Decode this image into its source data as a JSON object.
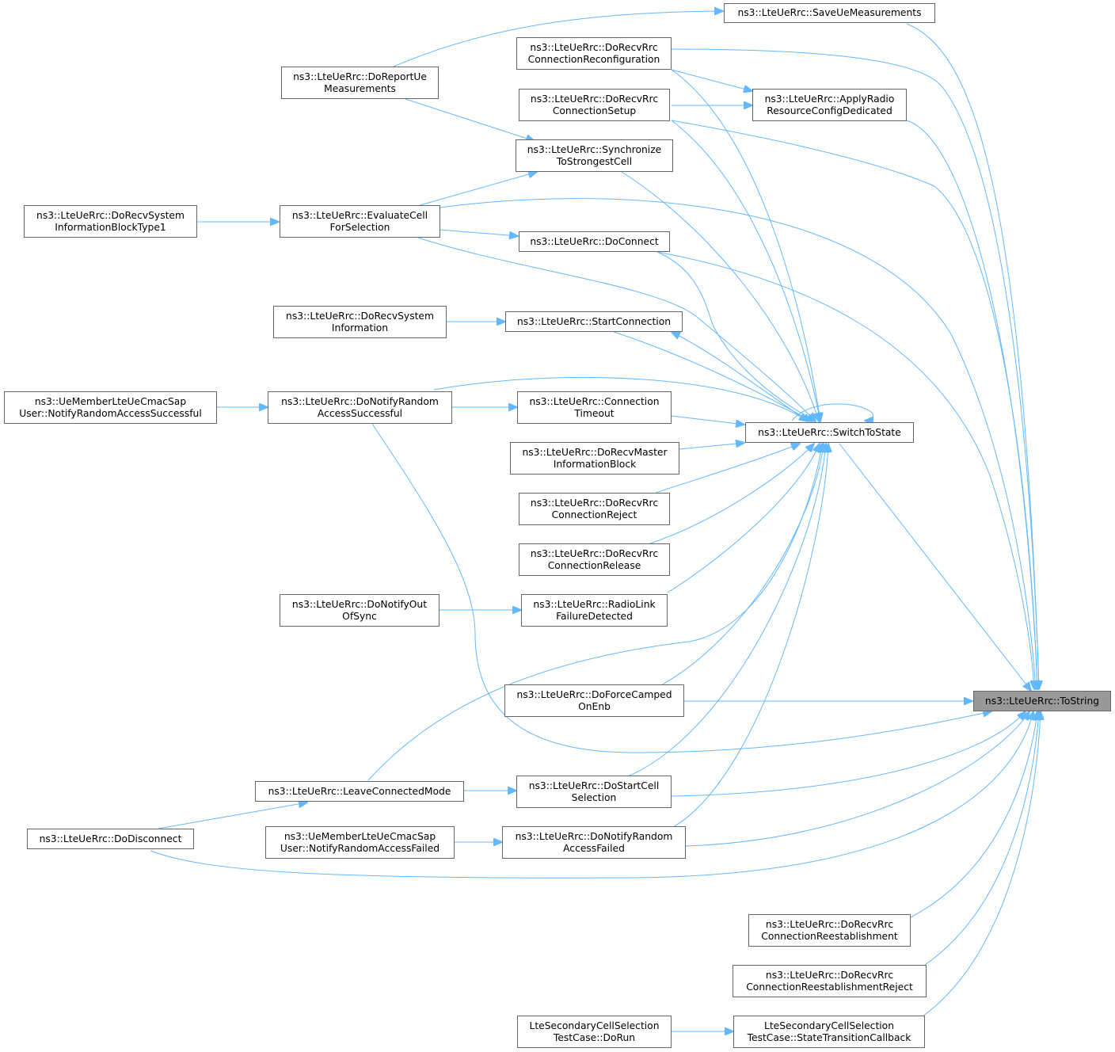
{
  "colors": {
    "edge": "#63b8ff",
    "node_border": "#666666",
    "focus_fill": "#999999",
    "background": "#ffffff"
  },
  "nodes": {
    "save_ue_measurements": {
      "lines": [
        "ns3::LteUeRrc::SaveUeMeasurements"
      ]
    },
    "do_recv_rrc_conn_reconfig": {
      "lines": [
        "ns3::LteUeRrc::DoRecvRrc",
        "ConnectionReconfiguration"
      ]
    },
    "do_report_ue_measurements": {
      "lines": [
        "ns3::LteUeRrc::DoReportUe",
        "Measurements"
      ]
    },
    "do_recv_rrc_conn_setup": {
      "lines": [
        "ns3::LteUeRrc::DoRecvRrc",
        "ConnectionSetup"
      ]
    },
    "apply_radio_resource": {
      "lines": [
        "ns3::LteUeRrc::ApplyRadio",
        "ResourceConfigDedicated"
      ]
    },
    "synchronize_strongest": {
      "lines": [
        "ns3::LteUeRrc::Synchronize",
        "ToStrongestCell"
      ]
    },
    "do_recv_sib1": {
      "lines": [
        "ns3::LteUeRrc::DoRecvSystem",
        "InformationBlockType1"
      ]
    },
    "evaluate_cell": {
      "lines": [
        "ns3::LteUeRrc::EvaluateCell",
        "ForSelection"
      ]
    },
    "do_connect": {
      "lines": [
        "ns3::LteUeRrc::DoConnect"
      ]
    },
    "do_recv_system_info": {
      "lines": [
        "ns3::LteUeRrc::DoRecvSystem",
        "Information"
      ]
    },
    "start_connection": {
      "lines": [
        "ns3::LteUeRrc::StartConnection"
      ]
    },
    "notify_ra_successful_user": {
      "lines": [
        "ns3::UeMemberLteUeCmacSap",
        "User::NotifyRandomAccessSuccessful"
      ]
    },
    "do_notify_ra_successful": {
      "lines": [
        "ns3::LteUeRrc::DoNotifyRandom",
        "AccessSuccessful"
      ]
    },
    "connection_timeout": {
      "lines": [
        "ns3::LteUeRrc::Connection",
        "Timeout"
      ]
    },
    "switch_to_state": {
      "lines": [
        "ns3::LteUeRrc::SwitchToState"
      ]
    },
    "do_recv_mib": {
      "lines": [
        "ns3::LteUeRrc::DoRecvMaster",
        "InformationBlock"
      ]
    },
    "do_recv_rrc_conn_reject": {
      "lines": [
        "ns3::LteUeRrc::DoRecvRrc",
        "ConnectionReject"
      ]
    },
    "do_recv_rrc_conn_release": {
      "lines": [
        "ns3::LteUeRrc::DoRecvRrc",
        "ConnectionRelease"
      ]
    },
    "do_notify_out_of_sync": {
      "lines": [
        "ns3::LteUeRrc::DoNotifyOut",
        "OfSync"
      ]
    },
    "radio_link_failure": {
      "lines": [
        "ns3::LteUeRrc::RadioLink",
        "FailureDetected"
      ]
    },
    "do_force_camped": {
      "lines": [
        "ns3::LteUeRrc::DoForceCamped",
        "OnEnb"
      ]
    },
    "to_string": {
      "lines": [
        "ns3::LteUeRrc::ToString"
      ]
    },
    "leave_connected_mode": {
      "lines": [
        "ns3::LteUeRrc::LeaveConnectedMode"
      ]
    },
    "do_start_cell_selection": {
      "lines": [
        "ns3::LteUeRrc::DoStartCell",
        "Selection"
      ]
    },
    "do_disconnect": {
      "lines": [
        "ns3::LteUeRrc::DoDisconnect"
      ]
    },
    "notify_ra_failed_user": {
      "lines": [
        "ns3::UeMemberLteUeCmacSap",
        "User::NotifyRandomAccessFailed"
      ]
    },
    "do_notify_ra_failed": {
      "lines": [
        "ns3::LteUeRrc::DoNotifyRandom",
        "AccessFailed"
      ]
    },
    "do_recv_rrc_conn_reestablishment": {
      "lines": [
        "ns3::LteUeRrc::DoRecvRrc",
        "ConnectionReestablishment"
      ]
    },
    "do_recv_rrc_conn_reestablishment_reject": {
      "lines": [
        "ns3::LteUeRrc::DoRecvRrc",
        "ConnectionReestablishmentReject"
      ]
    },
    "secondary_cell_do_run": {
      "lines": [
        "LteSecondaryCellSelection",
        "TestCase::DoRun"
      ]
    },
    "secondary_cell_state_transition": {
      "lines": [
        "LteSecondaryCellSelection",
        "TestCase::StateTransitionCallback"
      ]
    }
  }
}
